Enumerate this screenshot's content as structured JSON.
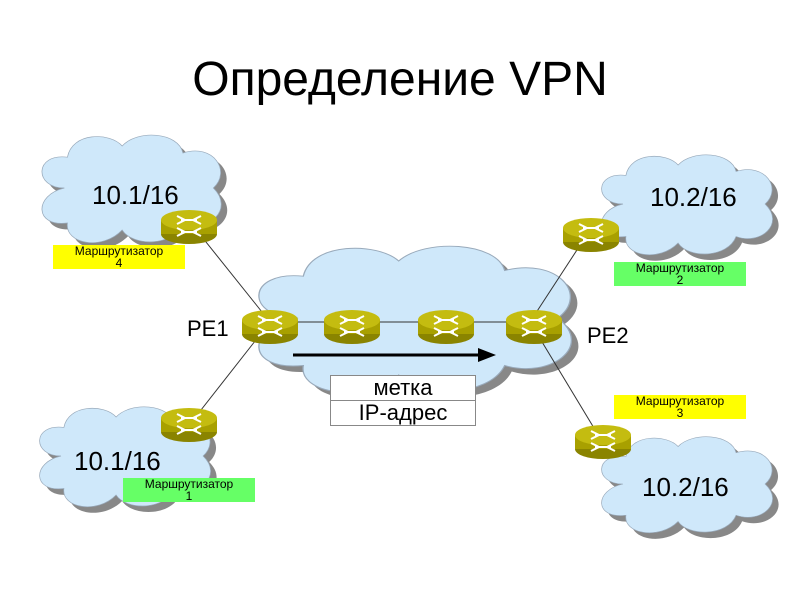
{
  "title": "Определение VPN",
  "networks": {
    "top_left": "10.1/16",
    "top_right": "10.2/16",
    "bottom_left": "10.1/16",
    "bottom_right": "10.2/16"
  },
  "provider_edges": {
    "pe1": "PE1",
    "pe2": "PE2"
  },
  "router_labels": [
    {
      "text": "Маршрутизатор",
      "number": "4",
      "color": "#ffff00"
    },
    {
      "text": "Маршрутизатор",
      "number": "2",
      "color": "#66ff66"
    },
    {
      "text": "Маршрутизатор",
      "number": "3",
      "color": "#ffff00"
    },
    {
      "text": "Маршрутизатор",
      "number": "1",
      "color": "#66ff66"
    }
  ],
  "packet": {
    "label_field": "метка",
    "ip_field": "IP-адрес"
  },
  "colors": {
    "cloud_fill": "#cfe8fa",
    "cloud_shadow": "#888888",
    "router_fill": "#b8b000"
  }
}
